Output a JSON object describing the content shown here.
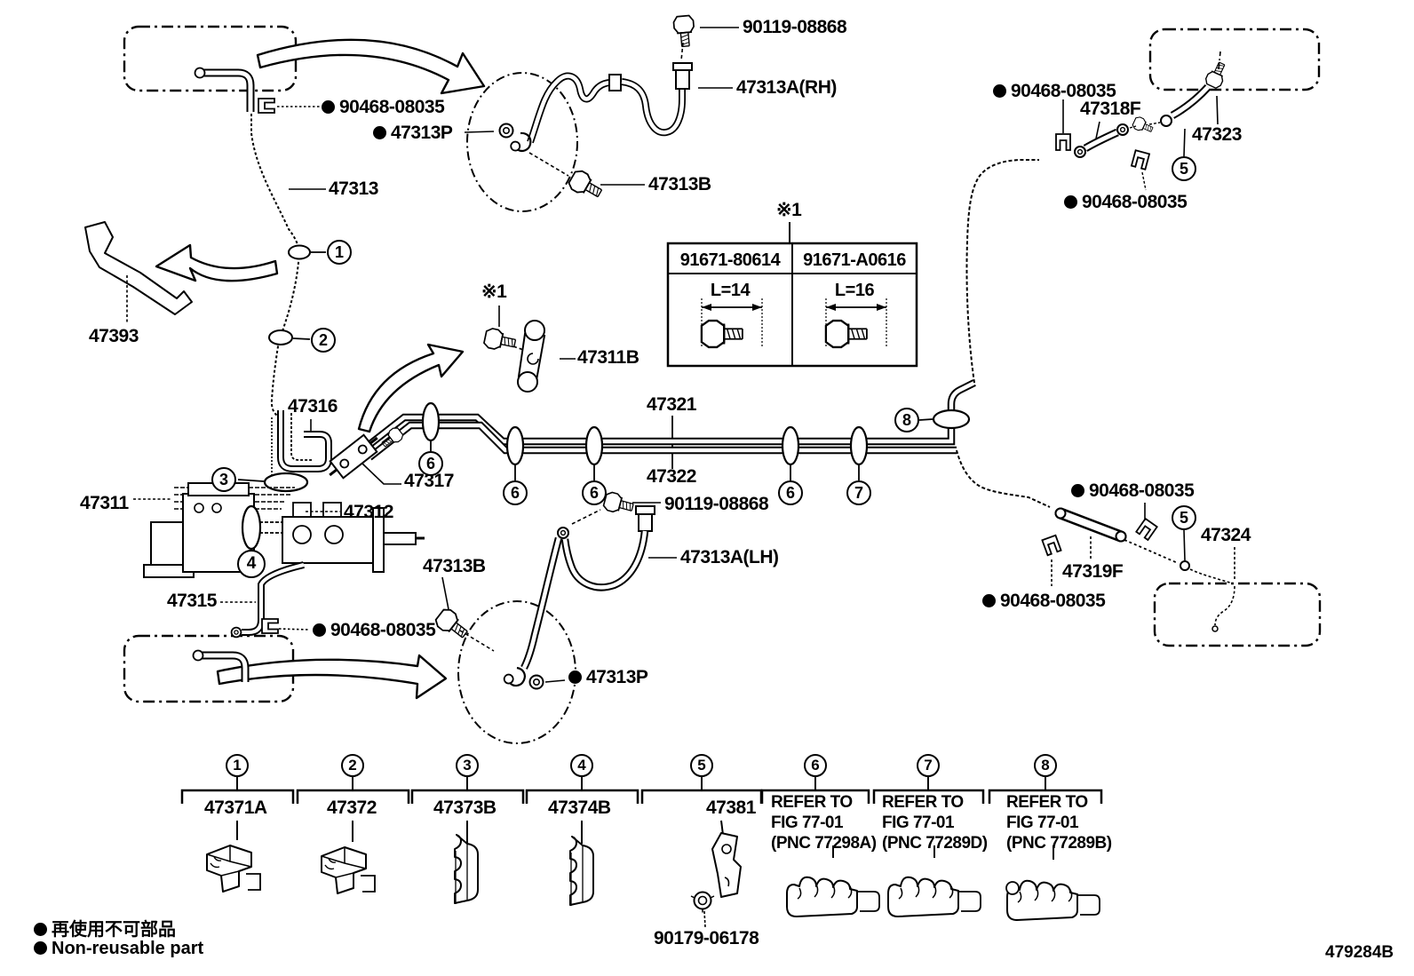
{
  "parts": {
    "p47313": "47313",
    "p47313a_rh": "47313A(RH)",
    "p47313a_lh": "47313A(LH)",
    "p47313b": "47313B",
    "p47313p": "47313P",
    "p47393": "47393",
    "p47311": "47311",
    "p47311b": "47311B",
    "p47312": "47312",
    "p47315": "47315",
    "p47316": "47316",
    "p47317": "47317",
    "p47318f": "47318F",
    "p47319f": "47319F",
    "p47321": "47321",
    "p47322": "47322",
    "p47323": "47323",
    "p47324": "47324",
    "p90119": "90119-08868",
    "p90468": "90468-08035",
    "p90179": "90179-06178"
  },
  "refs": {
    "ref1": "※1"
  },
  "table": {
    "left": {
      "part": "91671-80614",
      "dim": "L=14"
    },
    "right": {
      "part": "91671-A0616",
      "dim": "L=16"
    }
  },
  "callouts": {
    "c1": "1",
    "c2": "2",
    "c3": "3",
    "c4": "4",
    "c5": "5",
    "c6": "6",
    "c7": "7",
    "c8": "8"
  },
  "legend": {
    "items": [
      {
        "num": "1",
        "label": "47371A"
      },
      {
        "num": "2",
        "label": "47372"
      },
      {
        "num": "3",
        "label": "47373B"
      },
      {
        "num": "4",
        "label": "47374B"
      },
      {
        "num": "5",
        "label": "47381"
      },
      {
        "num": "6",
        "lines": [
          "REFER TO",
          "FIG 77-01",
          "(PNC 77298A)"
        ]
      },
      {
        "num": "7",
        "lines": [
          "REFER TO",
          "FIG 77-01",
          "(PNC 77289D)"
        ]
      },
      {
        "num": "8",
        "lines": [
          "REFER TO",
          "FIG 77-01",
          "(PNC 77289B)"
        ]
      }
    ]
  },
  "footer": {
    "non_reusable_cjk": "再使用不可部品",
    "non_reusable_en": "Non-reusable part",
    "drawing_no": "479284B"
  }
}
